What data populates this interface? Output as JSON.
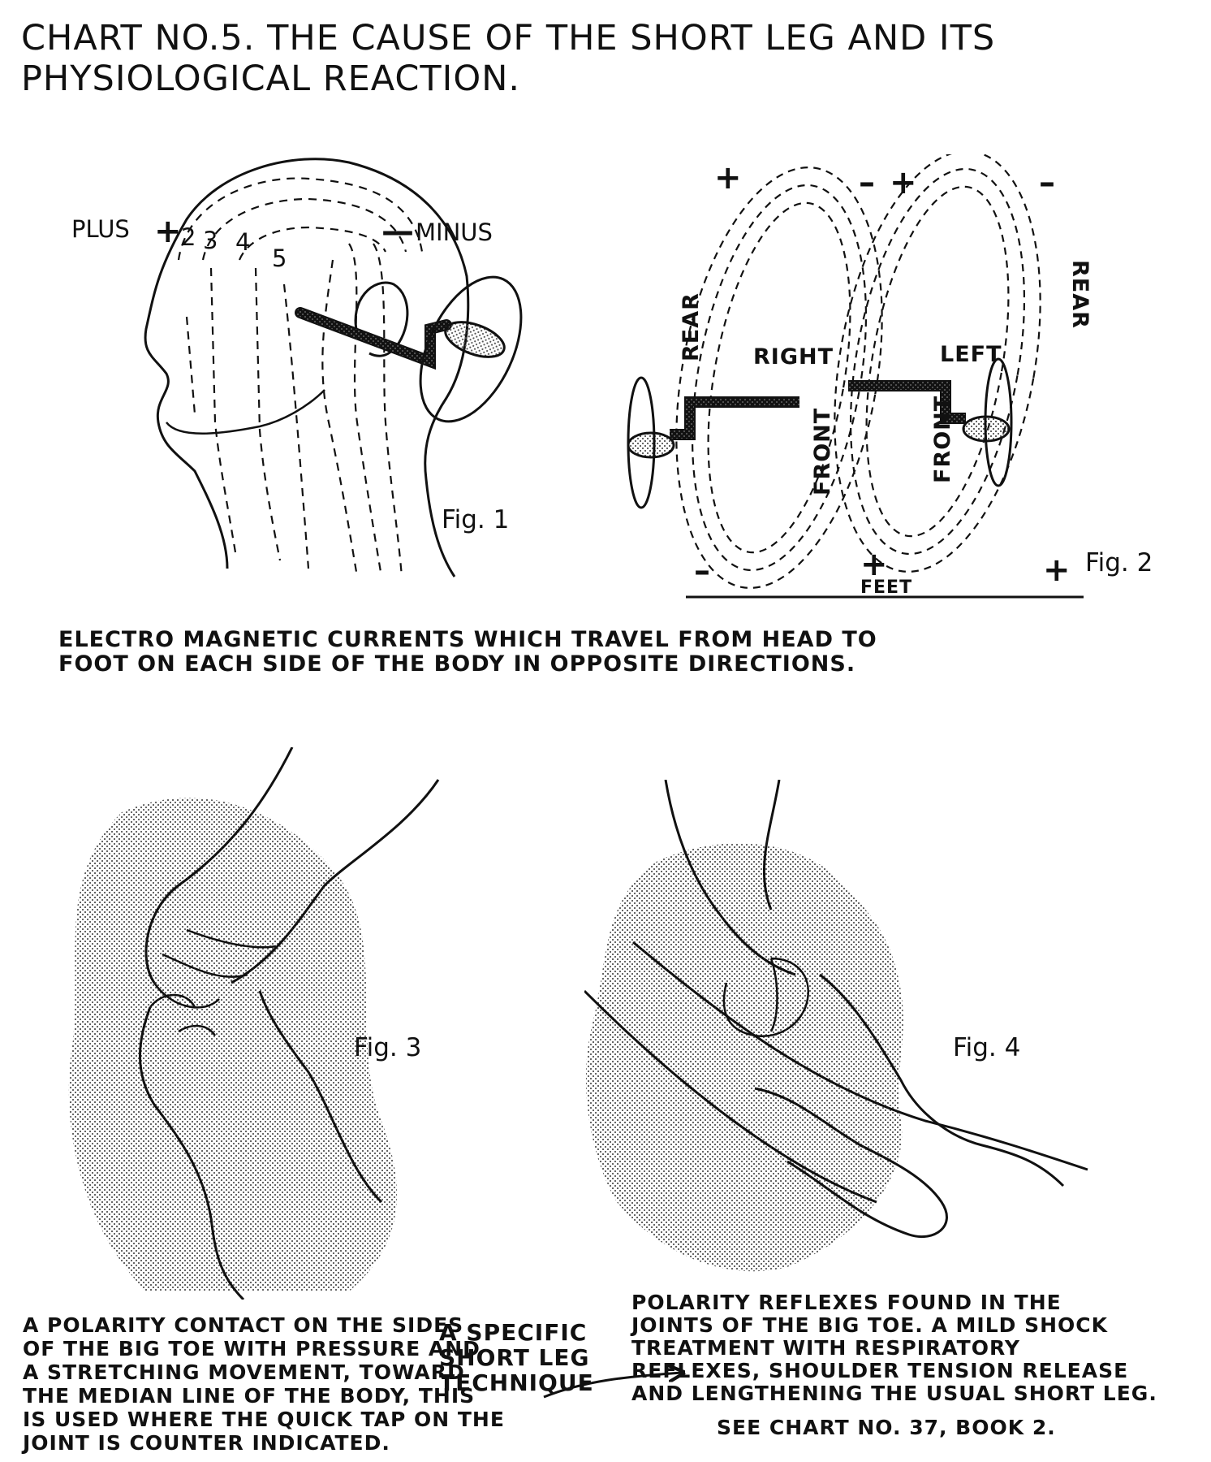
{
  "title": {
    "line1": "CHART NO.5.  THE CAUSE OF THE SHORT LEG AND ITS",
    "line2": "PHYSIOLOGICAL REACTION."
  },
  "fig1": {
    "label": "Fig. 1",
    "plus": "PLUS",
    "minus": "MINUS",
    "plus_sign": "+",
    "minus_sign": "—",
    "numbers": [
      "2",
      "3",
      "4",
      "5"
    ]
  },
  "fig2": {
    "label": "Fig. 2",
    "rear_left": "REAR",
    "rear_right": "REAR",
    "right": "RIGHT",
    "left": "LEFT",
    "front_1": "FRONT",
    "front_2": "FRONT",
    "feet": "FEET",
    "plus": "+",
    "minus": "–"
  },
  "caption_top": {
    "line1": "ELECTRO MAGNETIC CURRENTS WHICH TRAVEL FROM HEAD TO",
    "line2": "FOOT ON EACH SIDE OF THE BODY IN OPPOSITE DIRECTIONS."
  },
  "fig3": {
    "label": "Fig. 3"
  },
  "fig4": {
    "label": "Fig. 4"
  },
  "technique": {
    "line1": "A SPECIFIC",
    "line2": "SHORT LEG",
    "line3": "TECHNIQUE"
  },
  "caption_left": {
    "line1": "A POLARITY CONTACT ON THE SIDES",
    "line2": "OF THE BIG TOE WITH PRESSURE AND",
    "line3": "A STRETCHING MOVEMENT, TOWARD",
    "line4": "THE MEDIAN LINE OF THE BODY, THIS",
    "line5": "IS USED WHERE THE QUICK TAP ON THE",
    "line6": "JOINT IS COUNTER INDICATED."
  },
  "caption_right": {
    "line1": "POLARITY REFLEXES FOUND IN THE",
    "line2": "JOINTS OF THE BIG TOE. A MILD SHOCK",
    "line3": "TREATMENT WITH RESPIRATORY",
    "line4": "REFLEXES, SHOULDER TENSION RELEASE",
    "line5": "AND LENGTHENING THE USUAL SHORT LEG.",
    "see": "SEE CHART NO. 37, BOOK 2."
  }
}
